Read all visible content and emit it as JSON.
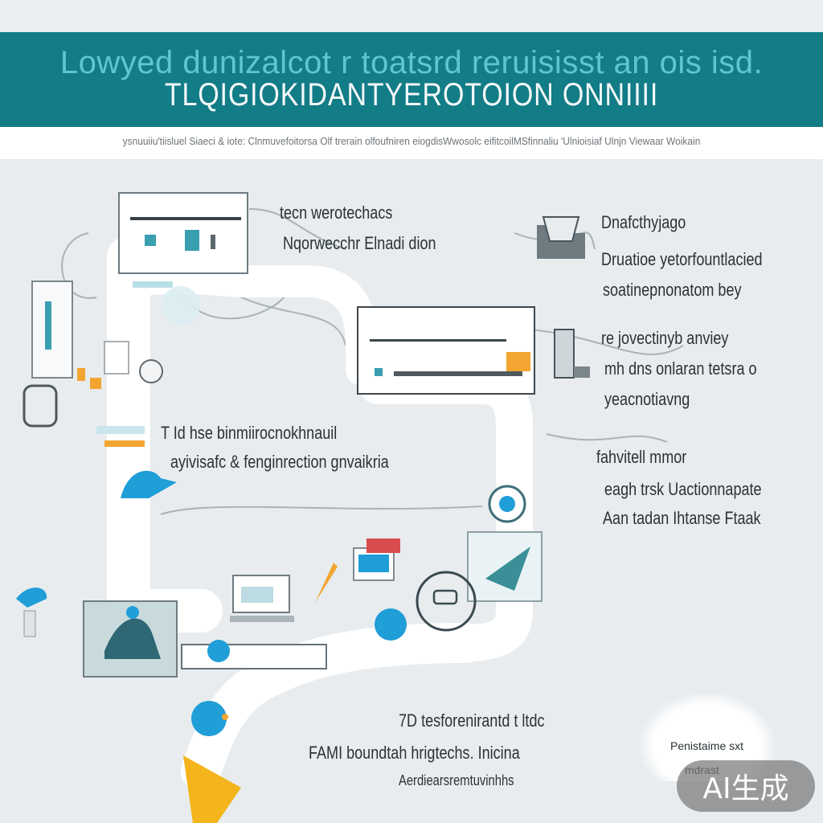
{
  "title": {
    "line1": "Lowyed dunizalcot r toatsrd reruisisst an ois isd.",
    "line2": "TLQIGIOKIDANTYEROTOION ONNIIII"
  },
  "subtitle": "ysnuuiiu'tiisluel Siaeci & iote: Clnmuvefoitorsa Olf trerain olfoufniren eiogdisWwosolc eifitcoilMSfinnaliu 'Ulnioisiaf Ulnjn Viewaar Woikain",
  "notes": {
    "n1": {
      "line1": "tecn werotechacs",
      "line2": "Nqorwecchr Elnadi dion"
    },
    "n2": {
      "line1": "Dnafcthyjago",
      "line2": "Druatioe yetorfountlacied",
      "line3": "soatinepnonatom bey"
    },
    "n3": {
      "line1": "re jovectinyb anviey",
      "line2": "mh dns onlaran tetsra o",
      "line3": "yeacnotiavng"
    },
    "n4": {
      "line1": "T Id hse binmiirocnokhnauil",
      "line2": "ayivisafc & fenginrection gnvaikria"
    },
    "n5": {
      "line1": "fahvitell mmor",
      "line2": "eagh trsk Uactionnapate",
      "line3": "Aan tadan Ihtanse Ftaak"
    },
    "n6": {
      "line1": "7D tesforenirantd t ltdc",
      "line2": "FAMI boundtah hrigtechs. Inicina",
      "line3": "Aerdiearsremtuvinhhs"
    }
  },
  "bubble": {
    "line1": "Penistaime sxt",
    "line2": "mdrast"
  },
  "watermark": "AI生成",
  "colors": {
    "banner": "#127c87",
    "accent_teal": "#3a9fb0",
    "accent_blue": "#1f9ed8",
    "accent_orange": "#f2a531",
    "accent_red": "#d94c4c",
    "line": "#9aa4aa"
  }
}
